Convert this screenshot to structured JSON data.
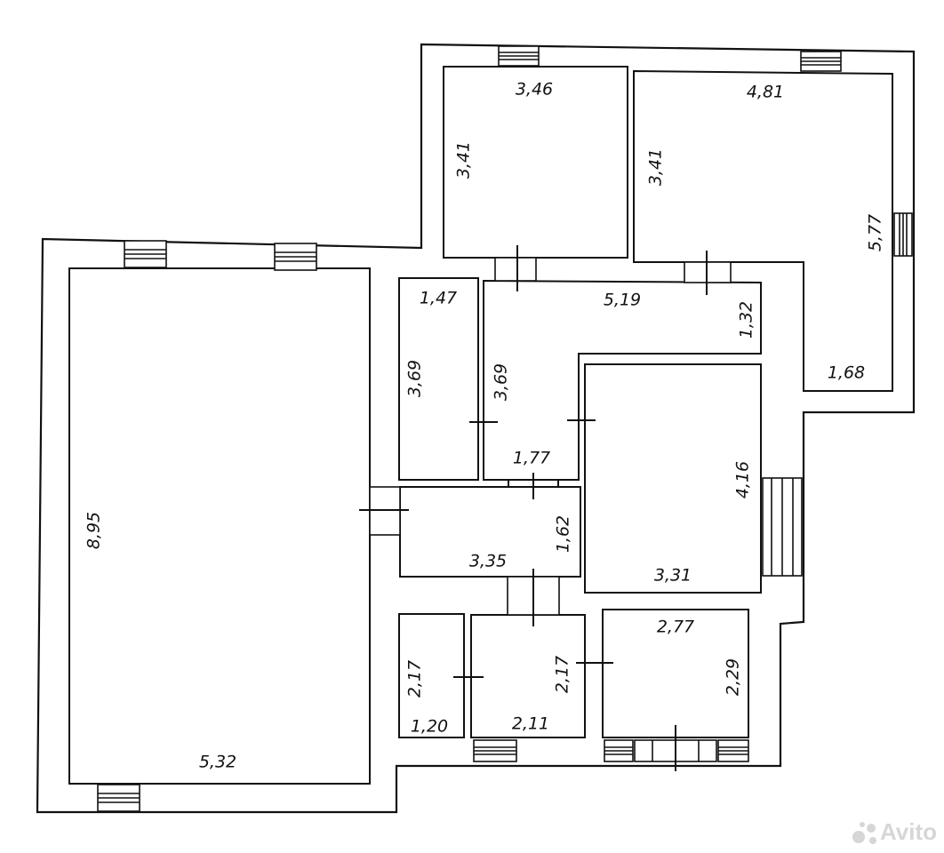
{
  "plan": {
    "rooms": [
      {
        "id": "large-room",
        "width": "5,32",
        "height": "8,95"
      },
      {
        "id": "room-top-left",
        "width": "3,46",
        "height": "3,41"
      },
      {
        "id": "room-top-right",
        "width": "4,81",
        "height": "3,41",
        "side": "5,77",
        "bottom": "1,68"
      },
      {
        "id": "storage",
        "width": "1,47",
        "height": "3,69"
      },
      {
        "id": "hallway",
        "width": "5,19",
        "height": "3,69",
        "side": "1,32",
        "bottom": "1,77"
      },
      {
        "id": "room-center-right",
        "width": "3,31",
        "height": "4,16"
      },
      {
        "id": "corridor",
        "width": "3,35",
        "height": "1,62"
      },
      {
        "id": "small-closet",
        "width": "1,20",
        "height": "2,17"
      },
      {
        "id": "bathroom",
        "width": "2,11",
        "height": "2,17"
      },
      {
        "id": "room-bottom-right",
        "width": "2,77",
        "height": "2,29"
      }
    ]
  },
  "watermark": {
    "text": "Avito",
    "icon": "avito-logo-icon"
  },
  "colors": {
    "line": "#111111",
    "background": "#ffffff",
    "watermark": "#d6d6d6"
  }
}
